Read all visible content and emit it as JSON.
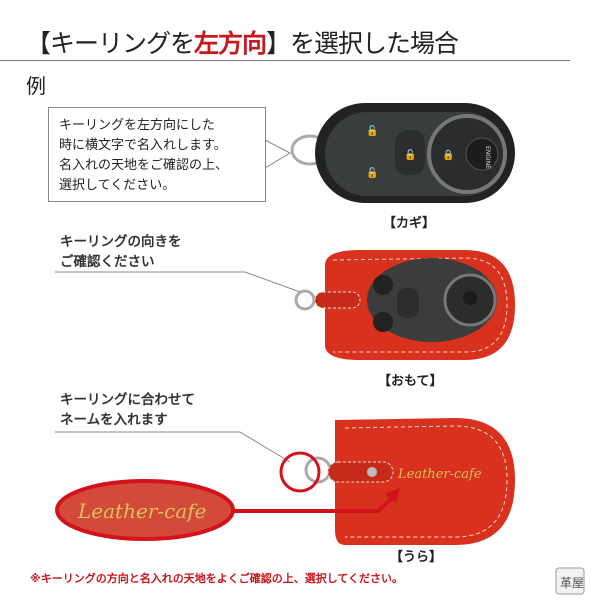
{
  "header": {
    "title_prefix": "【キーリングを",
    "title_highlight": "左方向",
    "title_suffix": "】を選択した場合",
    "accent_color": "#c8161d"
  },
  "example_label": "例",
  "callout": {
    "lines": [
      "キーリングを左方向にした",
      "時に横文字で名入れします。",
      "名入れの天地をご確認の上、",
      "選択してください。"
    ]
  },
  "note1": {
    "lines": [
      "キーリングの向きを",
      "ご確認ください"
    ]
  },
  "note2": {
    "lines": [
      "キーリングに合わせて",
      "ネームを入れます"
    ]
  },
  "captions": {
    "key": "【カギ】",
    "front": "【おもて】",
    "back": "【うら】"
  },
  "key_engine_label": "ENGINE",
  "engraving_text": "Leather-cafe",
  "footnote": "※キーリングの方向と名入れの天地をよくご確認の上、選択してください。",
  "logo_text": "革屋"
}
